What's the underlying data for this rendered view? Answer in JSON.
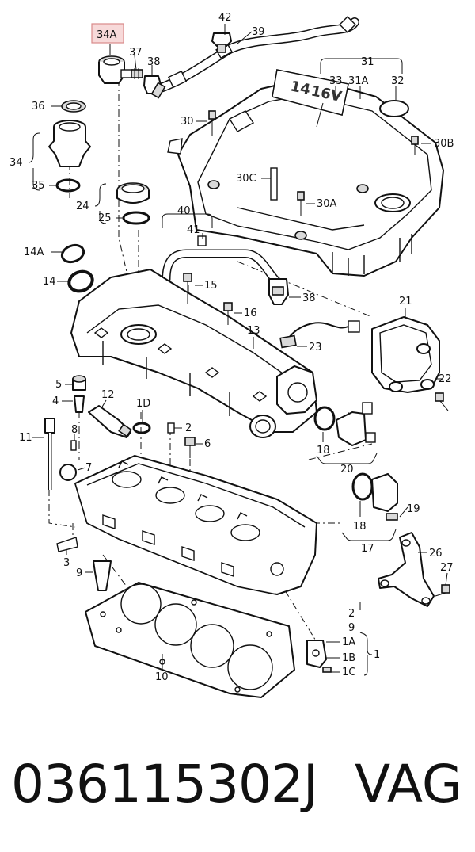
{
  "diagram": {
    "highlighted_callout": "34A",
    "callouts": {
      "c34A": "34A",
      "c37": "37",
      "c38a": "38",
      "c42": "42",
      "c39": "39",
      "c31": "31",
      "c33": "33",
      "c31A": "31A",
      "c32": "32",
      "c36": "36",
      "c34": "34",
      "c35": "35",
      "c30": "30",
      "c30B": "30B",
      "c30C": "30C",
      "c30A": "30A",
      "c24": "24",
      "c25": "25",
      "c40": "40",
      "c41": "41",
      "c14A": "14A",
      "c14": "14",
      "c15": "15",
      "c16": "16",
      "c13": "13",
      "c38b": "38",
      "c21": "21",
      "c23": "23",
      "c22": "22",
      "c5": "5",
      "c4": "4",
      "c12": "12",
      "c1D": "1D",
      "c2": "2",
      "c6": "6",
      "c11": "11",
      "c8": "8",
      "c7": "7",
      "c18a": "18",
      "c20": "20",
      "c18b": "18",
      "c17": "17",
      "c19": "19",
      "c3": "3",
      "c9a": "9",
      "c26": "26",
      "c27": "27",
      "c2b": "2",
      "c9b": "9",
      "c1A": "1A",
      "c1B": "1B",
      "c1C": "1C",
      "c1": "1",
      "c10": "10",
      "emboss_14": "14",
      "emboss_16V": "16V"
    }
  },
  "footer": {
    "part_number": "036115302J",
    "brand": "VAG"
  }
}
